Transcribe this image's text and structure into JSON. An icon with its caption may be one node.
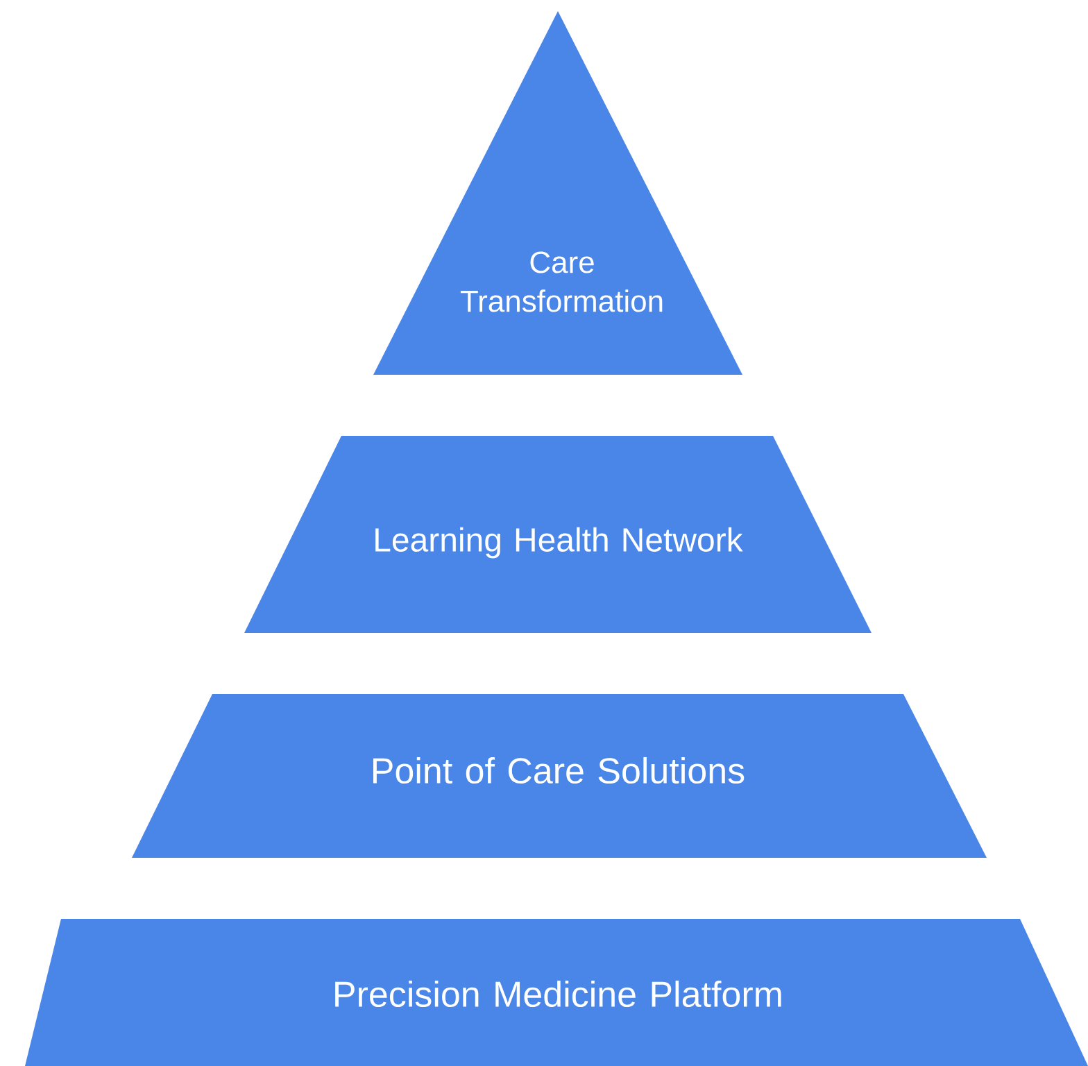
{
  "diagram": {
    "nodes": [
      {
        "text": [
          "Care Transformation"
        ]
      },
      {
        "text": [
          "Learning Health Network"
        ]
      },
      {
        "text": [
          "Point of Care Solutions"
        ]
      },
      {
        "text": [
          "Precision Medicine Platform"
        ]
      }
    ]
  }
}
